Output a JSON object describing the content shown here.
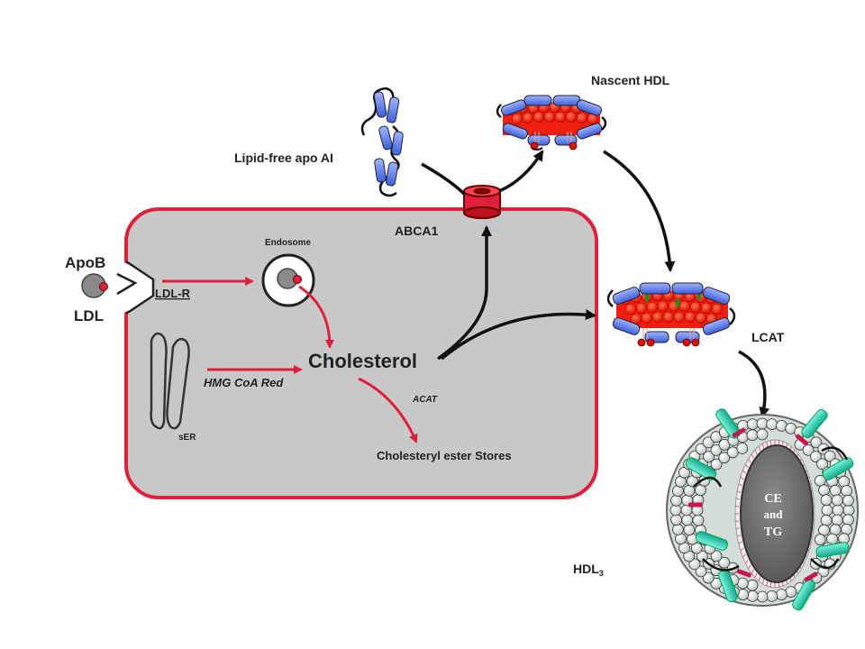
{
  "labels": {
    "nascent_hdl": "Nascent HDL",
    "lipid_free_apo_ai": "Lipid-free apo AI",
    "abca1": "ABCA1",
    "endosome": "Endosome",
    "apob": "ApoB",
    "ldl_r": "LDL-R",
    "ldl": "LDL",
    "cholesterol": "Cholesterol",
    "hmg_coa_red": "HMG CoA Red",
    "acat": "ACAT",
    "ser": "sER",
    "cholesteryl_ester_stores": "Cholesteryl ester Stores",
    "lcat": "LCAT",
    "hdl3_base": "HDL",
    "hdl3_sub": "3",
    "core_line1": "CE",
    "core_line2": "and",
    "core_line3": "TG"
  },
  "colors": {
    "cell_fill": "#c8c8c8",
    "cell_border": "#e0203a",
    "arrow_red": "#e0203a",
    "arrow_black": "#111111",
    "apolipoprotein_blue": "#5b7be8",
    "lipid_red": "#f02010",
    "hdl3_protein_cyan": "#34d8c0",
    "core_gray": "#6c6c6c"
  }
}
